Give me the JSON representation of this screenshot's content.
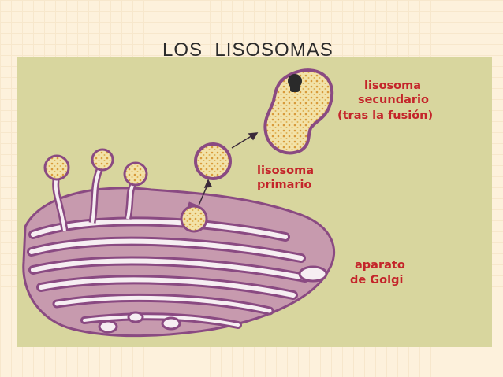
{
  "title": "LOS  LISOSOMAS",
  "colors": {
    "background": "#fdf1dc",
    "panel": "#d8d69e",
    "membrane": "#8a4a82",
    "lumen": "#c9a0b6",
    "vesicle_content": "#f0e0a0",
    "label_red": "#c4242a"
  },
  "labels": {
    "secondary": [
      "lisosoma",
      "secundario",
      "(tras la fusión)"
    ],
    "primary": [
      "lisosoma",
      "primario"
    ],
    "golgi": [
      "aparato",
      "de Golgi"
    ]
  }
}
